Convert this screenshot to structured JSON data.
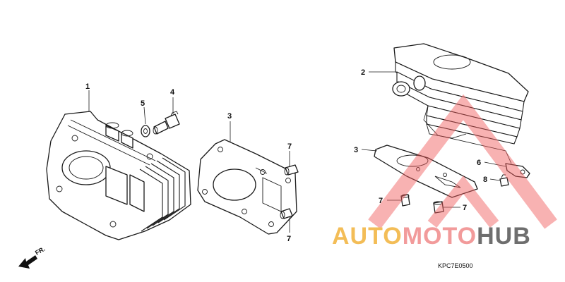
{
  "diagram": {
    "callouts": {
      "c1": "1",
      "c2": "2",
      "c3a": "3",
      "c3b": "3",
      "c4": "4",
      "c5": "5",
      "c6": "6",
      "c7a": "7",
      "c7b": "7",
      "c7c": "7",
      "c7d": "7",
      "c8": "8"
    },
    "direction_label": "FR.",
    "diagram_code": "KPC7E0500"
  },
  "watermark": {
    "text_part1": "AUTO",
    "text_part2": "MOTO",
    "text_part3": "HUB",
    "colors": {
      "auto": "#f2b23a",
      "moto": "#f08a8a",
      "hub": "#555555",
      "triangle": "#f05a5a"
    }
  }
}
